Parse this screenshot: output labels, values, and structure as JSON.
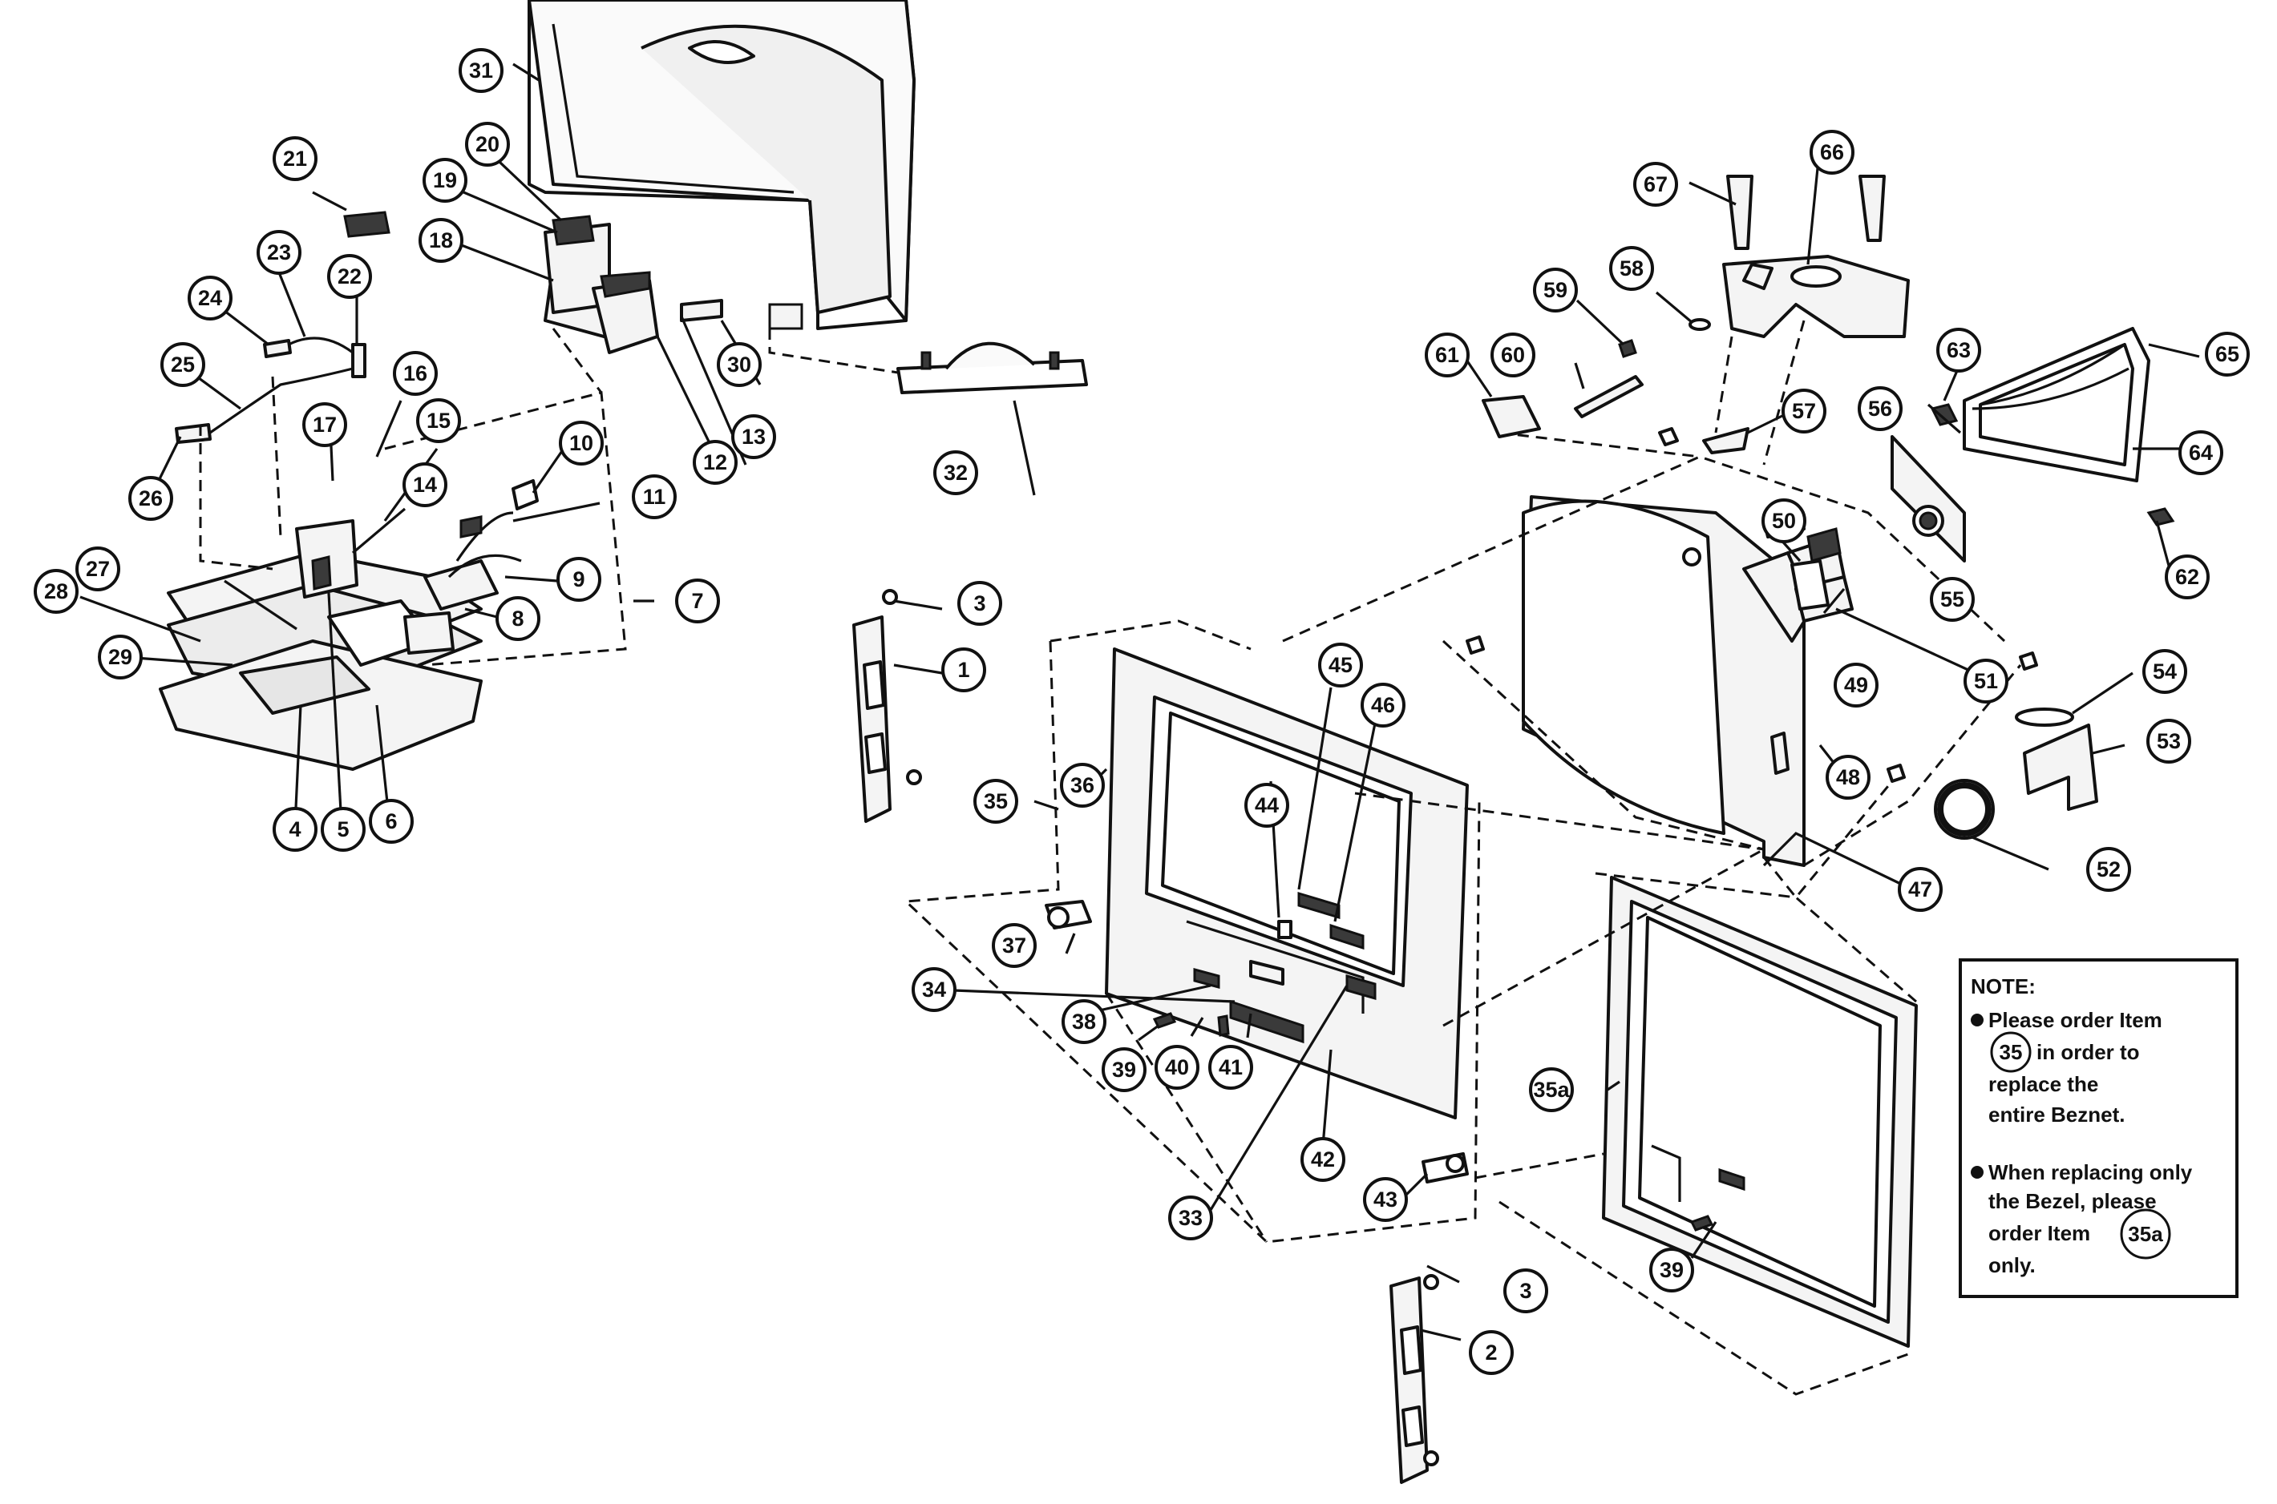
{
  "diagram": {
    "part_labels": [
      "1",
      "2",
      "3",
      "3",
      "4",
      "5",
      "6",
      "7",
      "8",
      "9",
      "10",
      "11",
      "12",
      "13",
      "14",
      "15",
      "16",
      "17",
      "18",
      "19",
      "20",
      "21",
      "22",
      "23",
      "24",
      "25",
      "26",
      "27",
      "28",
      "29",
      "30",
      "31",
      "32",
      "33",
      "34",
      "35",
      "35a",
      "36",
      "37",
      "38",
      "39",
      "39",
      "40",
      "41",
      "42",
      "43",
      "44",
      "45",
      "46",
      "47",
      "48",
      "49",
      "50",
      "51",
      "52",
      "53",
      "54",
      "55",
      "56",
      "57",
      "58",
      "59",
      "60",
      "61",
      "62",
      "63",
      "64",
      "65",
      "66",
      "67"
    ]
  },
  "note": {
    "heading": "NOTE:",
    "item1": {
      "line1": "Please order Item",
      "ref": "35",
      "line2": "in order to",
      "line3": "replace the",
      "line4": "entire Beznet."
    },
    "item2": {
      "line1": "When replacing only",
      "line2": "the Bezel, please",
      "line3": "order Item",
      "ref": "35a",
      "line4": "only."
    }
  }
}
